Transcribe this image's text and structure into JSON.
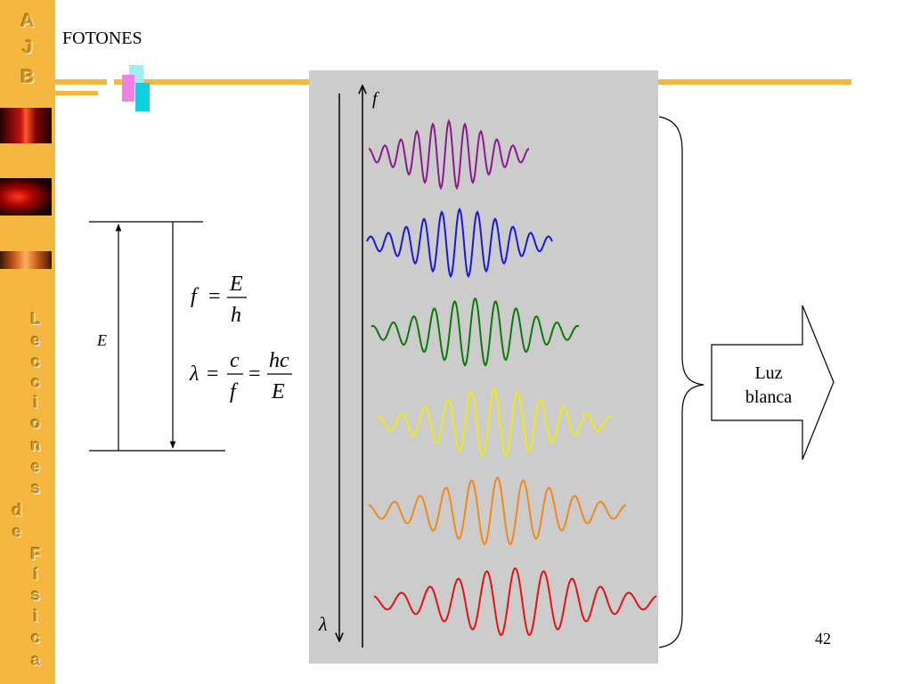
{
  "header": {
    "title": "FOTONES"
  },
  "sidebar": {
    "logo_letters": [
      "A",
      "J",
      "B"
    ],
    "vertical_text": {
      "word1": [
        "L",
        "e",
        "c",
        "c",
        "i",
        "o",
        "n",
        "e",
        "s"
      ],
      "word2": [
        "d",
        "e"
      ],
      "word3": [
        "F",
        "í",
        "s",
        "i",
        "c",
        "a"
      ]
    }
  },
  "energy_diagram": {
    "label": "E"
  },
  "formulas": {
    "f_lhs": "f",
    "eq": "=",
    "E": "E",
    "h": "h",
    "lambda": "λ",
    "c": "c",
    "f": "f",
    "hc": "hc"
  },
  "spectrum": {
    "freq_axis_label": "f",
    "wavelength_axis_label": "λ",
    "waves": [
      {
        "color_name": "violet",
        "color": "#8b1a8b"
      },
      {
        "color_name": "blue",
        "color": "#1a1ad0"
      },
      {
        "color_name": "green",
        "color": "#0a7a0a"
      },
      {
        "color_name": "yellow",
        "color": "#f0e81a"
      },
      {
        "color_name": "orange",
        "color": "#f08a1a"
      },
      {
        "color_name": "red",
        "color": "#e01414"
      }
    ]
  },
  "result_arrow": {
    "line1": "Luz",
    "line2": "blanca"
  },
  "footer": {
    "slide_number": "42"
  }
}
